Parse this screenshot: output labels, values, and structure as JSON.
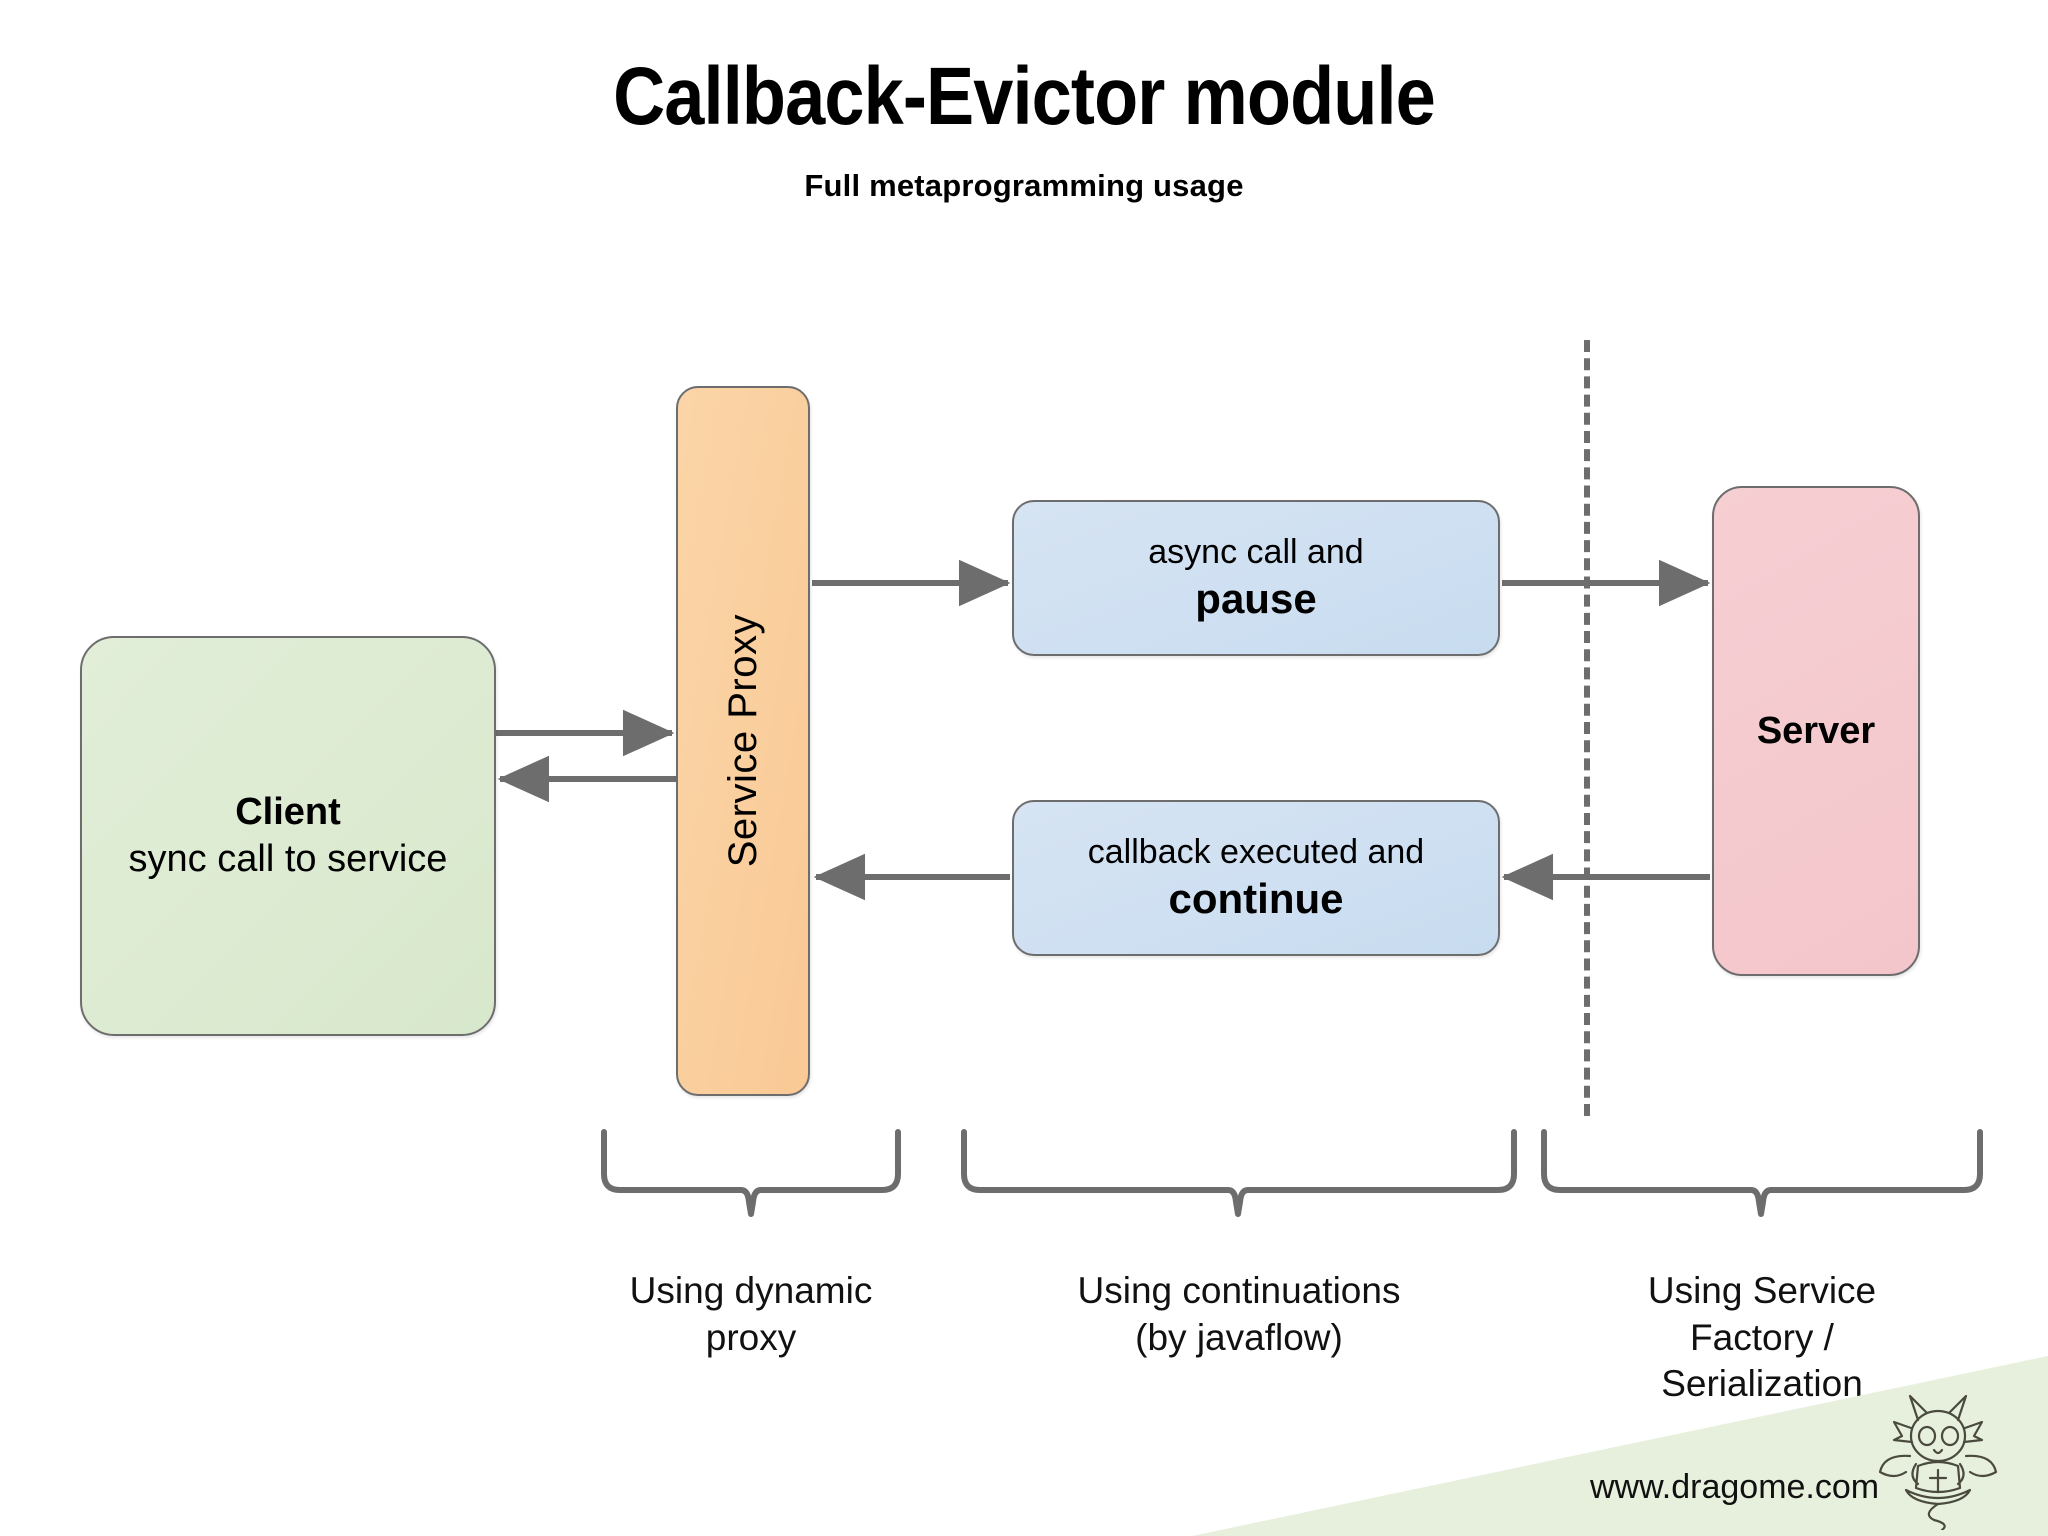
{
  "header": {
    "title": "Callback-Evictor module",
    "subtitle": "Full metaprogramming usage"
  },
  "nodes": {
    "client": {
      "line1": "Client",
      "line2": "sync call to service",
      "color": "#dce9d0"
    },
    "proxy": {
      "label": "Service Proxy",
      "color": "#fad0a0"
    },
    "async": {
      "line1": "async call and",
      "line2": "pause",
      "color": "#cfe0f0"
    },
    "callback": {
      "line1": "callback executed and",
      "line2": "continue",
      "color": "#cfe0f0"
    },
    "server": {
      "label": "Server",
      "color": "#f5ccd0"
    }
  },
  "connectors": {
    "client_to_proxy": "right-arrow",
    "proxy_to_client": "left-arrow",
    "proxy_to_async": "right-arrow",
    "async_to_server": "right-arrow",
    "server_to_callback": "left-arrow",
    "callback_to_proxy": "left-arrow",
    "stroke_color": "#6d6d6d"
  },
  "divider": {
    "style": "dashed",
    "color": "#6d6d6d"
  },
  "braces": [
    {
      "caption_lines": [
        "Using dynamic",
        "proxy"
      ]
    },
    {
      "caption_lines": [
        "Using continuations",
        "(by javaflow)"
      ]
    },
    {
      "caption_lines": [
        "Using Service",
        "Factory /",
        "Serialization"
      ]
    }
  ],
  "footer": {
    "url": "www.dragome.com",
    "wedge_color": "#e7f0dc"
  }
}
